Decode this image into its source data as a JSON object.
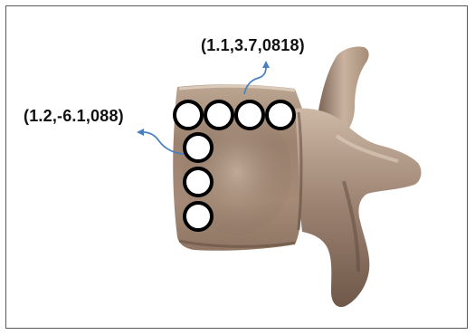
{
  "labels": {
    "top_coordinate": "(1.1,3.7,0818)",
    "left_coordinate": "(1.2,-6.1,088)"
  },
  "markers": {
    "top_row_count": 4,
    "left_column_count": 4
  },
  "colors": {
    "arrow": "#4a80c0",
    "marker_stroke": "#000000",
    "marker_fill": "#ffffff",
    "bone_base": "#a9907b",
    "bone_shadow": "#6e574a",
    "bone_light": "#d9c8b6",
    "frame_border": "#5a5a5a"
  }
}
